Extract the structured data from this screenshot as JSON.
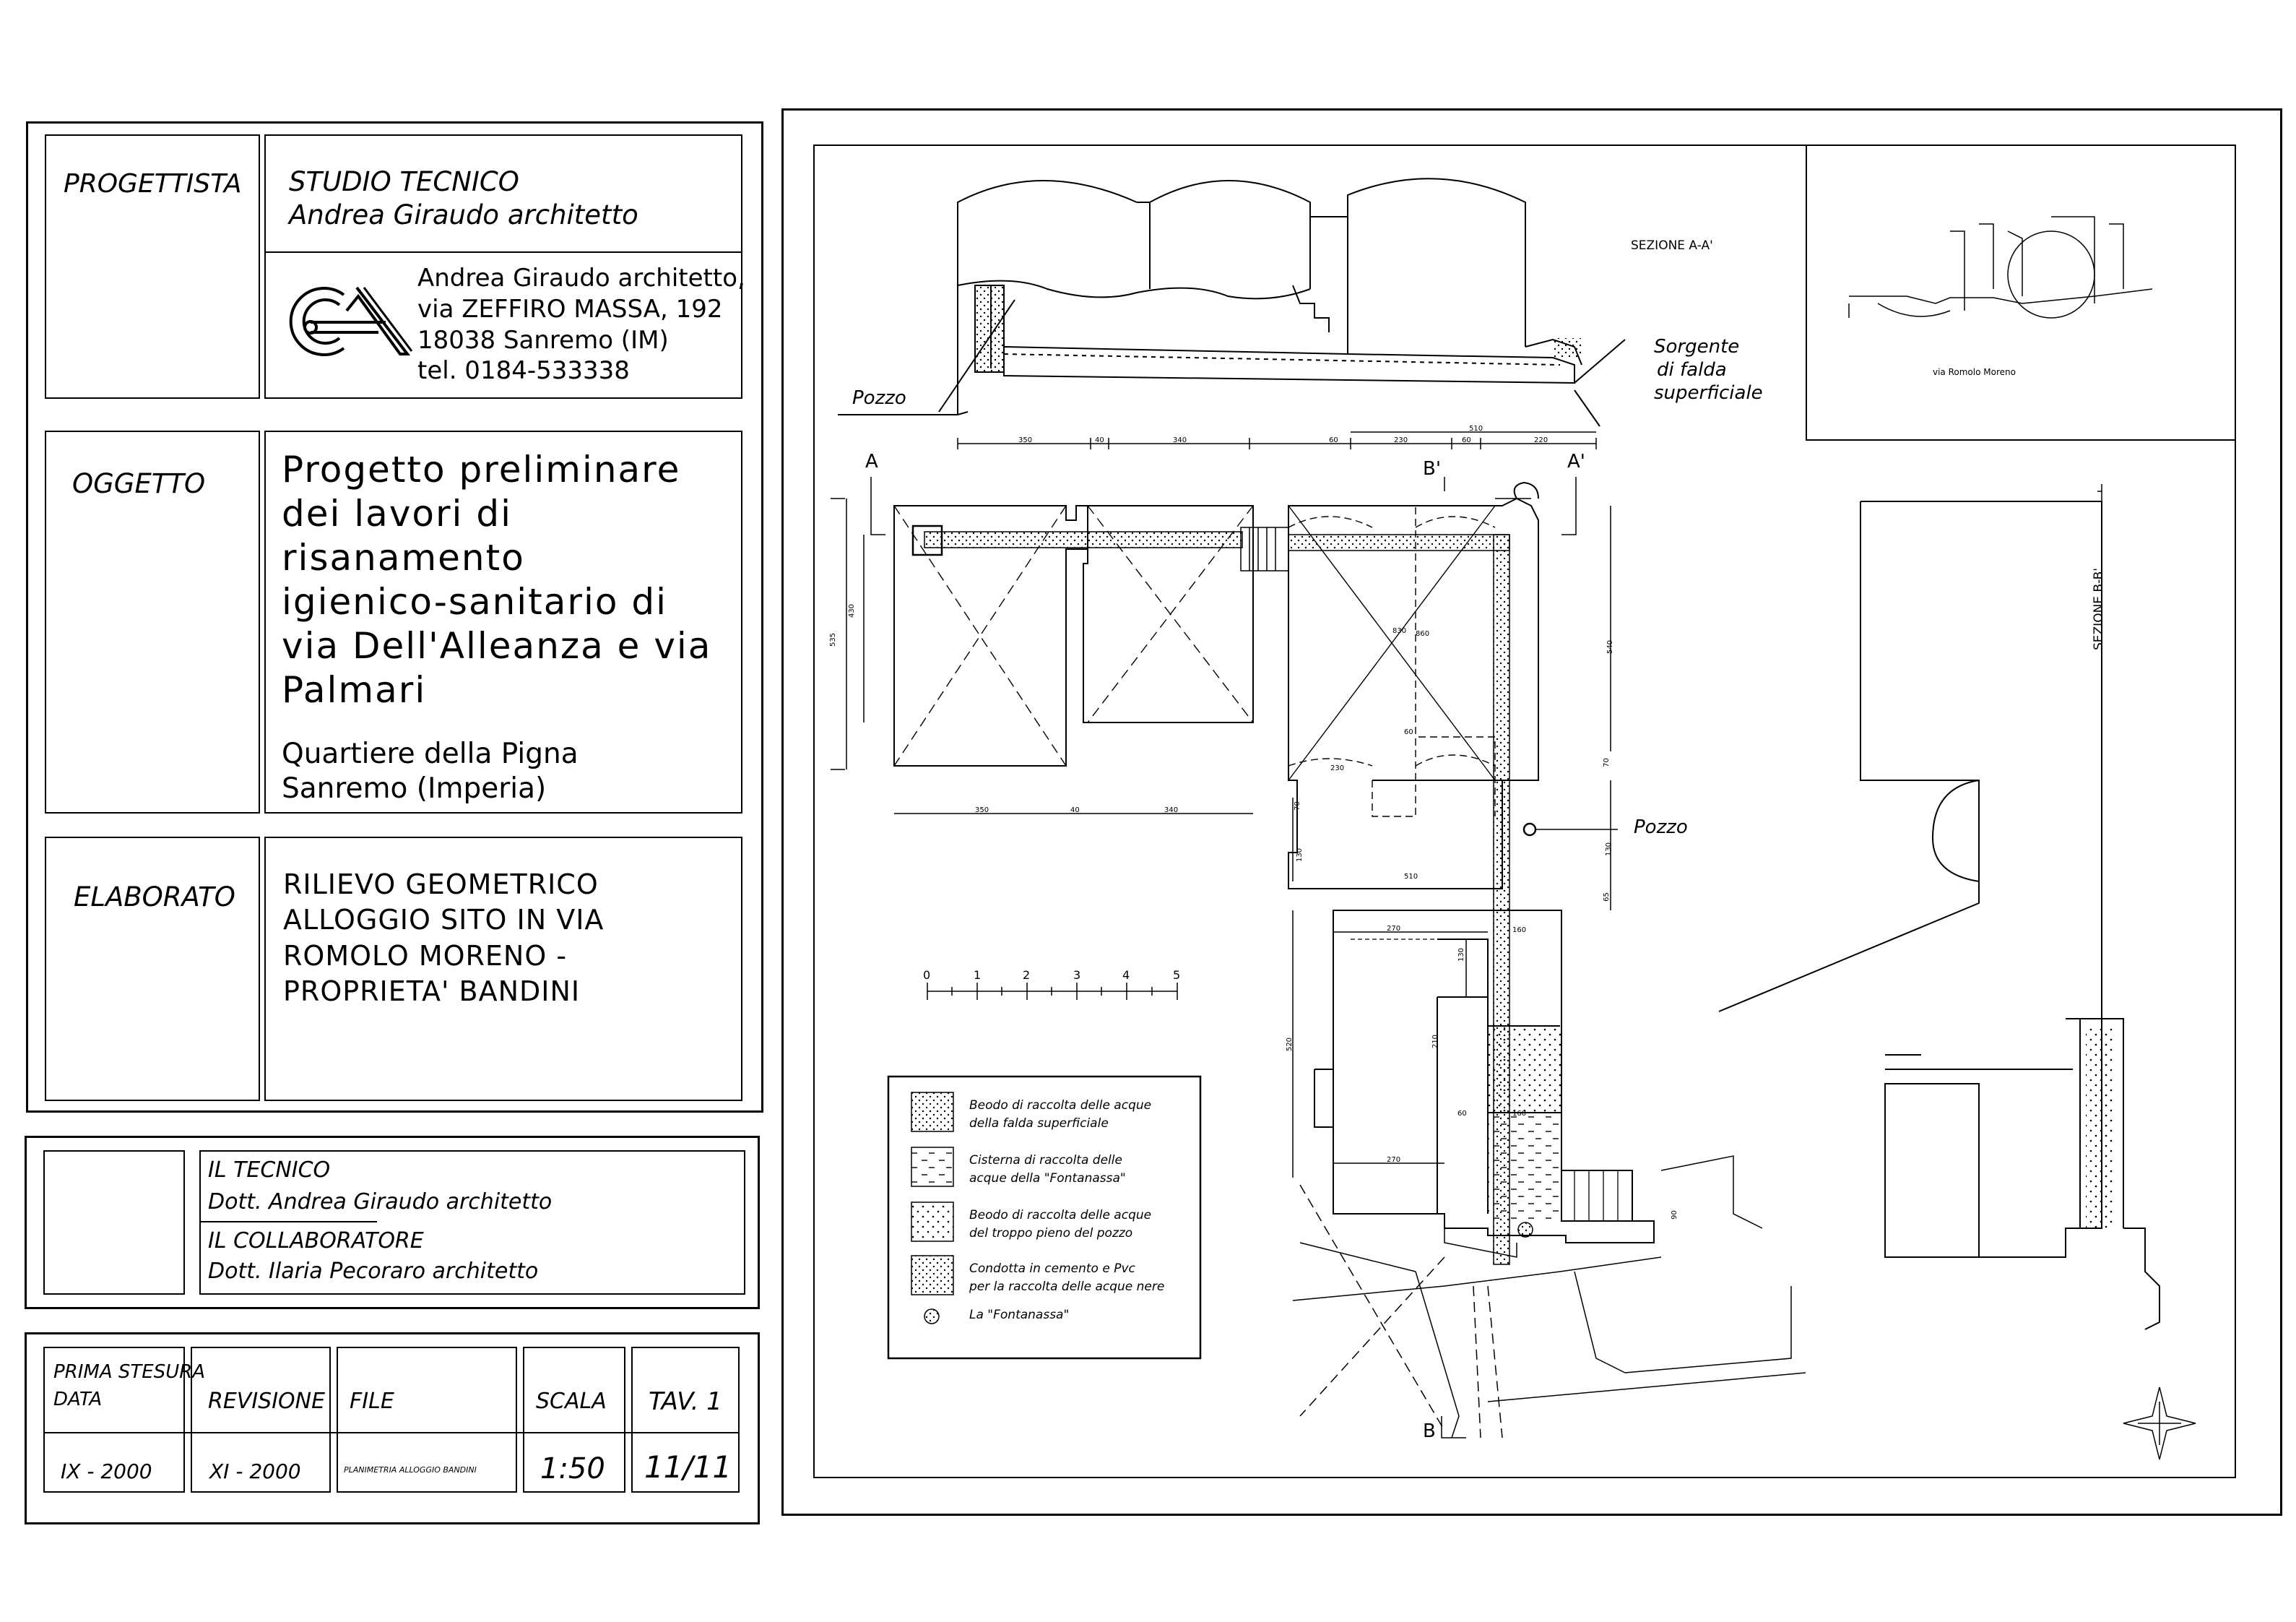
{
  "title_block": {
    "progettista_label": "PROGETTISTA",
    "studio_line1": "STUDIO TECNICO",
    "studio_line2": "Andrea Giraudo architetto",
    "address": [
      "Andrea Giraudo architetto,",
      "via ZEFFIRO MASSA, 192",
      "18038 Sanremo (IM)",
      "tel. 0184-533338"
    ],
    "oggetto_label": "OGGETTO",
    "oggetto_lines": [
      "Progetto preliminare",
      "dei lavori di",
      "risanamento",
      "igienico-sanitario di",
      "via Dell'Alleanza e via",
      "Palmari"
    ],
    "quartiere_lines": [
      "Quartiere della Pigna",
      "Sanremo (Imperia)"
    ],
    "elaborato_label": "ELABORATO",
    "elaborato_lines": [
      "RILIEVO GEOMETRICO",
      "ALLOGGIO SITO IN VIA",
      "ROMOLO MORENO -",
      "PROPRIETA' BANDINI"
    ],
    "tecnico_label": "IL TECNICO",
    "tecnico_name": "Dott. Andrea Giraudo architetto",
    "collab_label": "IL COLLABORATORE",
    "collab_name": "Dott. Ilaria Pecoraro architetto",
    "stesura_label_1": "PRIMA STESURA",
    "stesura_label_2": "DATA",
    "revisione_label": "REVISIONE",
    "file_label": "FILE",
    "scala_label": "SCALA",
    "tav_label": "TAV. 1",
    "stesura_value": "IX - 2000",
    "revisione_value": "XI - 2000",
    "file_value": "PLANIMETRIA ALLOGGIO BANDINI",
    "scala_value": "1:50",
    "tav_value": "11/11"
  },
  "drawing": {
    "sezione_aa": "SEZIONE A-A'",
    "sezione_bb": "SEZIONE B-B'",
    "via_label": "via Romolo Moreno",
    "pozzo_label": "Pozzo",
    "pozzo_label_2": "Pozzo",
    "sorgente_lines": [
      "Sorgente",
      "di falda",
      "superficiale"
    ],
    "marker_a": "A",
    "marker_a_prime": "A'",
    "marker_b": "B",
    "marker_b_prime": "B'",
    "scale_ticks": [
      "0",
      "1",
      "2",
      "3",
      "4",
      "5"
    ],
    "dims_top": [
      "350",
      "40",
      "340",
      "60",
      "230",
      "60",
      "220",
      "510"
    ],
    "dims_bottom": [
      "350",
      "40",
      "340"
    ],
    "dims_misc": [
      "535",
      "430",
      "540",
      "830",
      "860",
      "60",
      "230",
      "70",
      "130",
      "510",
      "270",
      "130",
      "160",
      "70",
      "130",
      "65",
      "210",
      "520",
      "60",
      "160",
      "270",
      "90"
    ]
  },
  "legend": {
    "items": [
      {
        "lines": [
          "Beodo di raccolta delle acque",
          "della falda superficiale"
        ]
      },
      {
        "lines": [
          "Cisterna di raccolta delle",
          "acque della \"Fontanassa\""
        ]
      },
      {
        "lines": [
          "Beodo di raccolta delle acque",
          "del troppo pieno del pozzo"
        ]
      },
      {
        "lines": [
          "Condotta in cemento e Pvc",
          "per la raccolta delle acque nere"
        ]
      },
      {
        "lines": [
          "La \"Fontanassa\""
        ]
      }
    ]
  }
}
